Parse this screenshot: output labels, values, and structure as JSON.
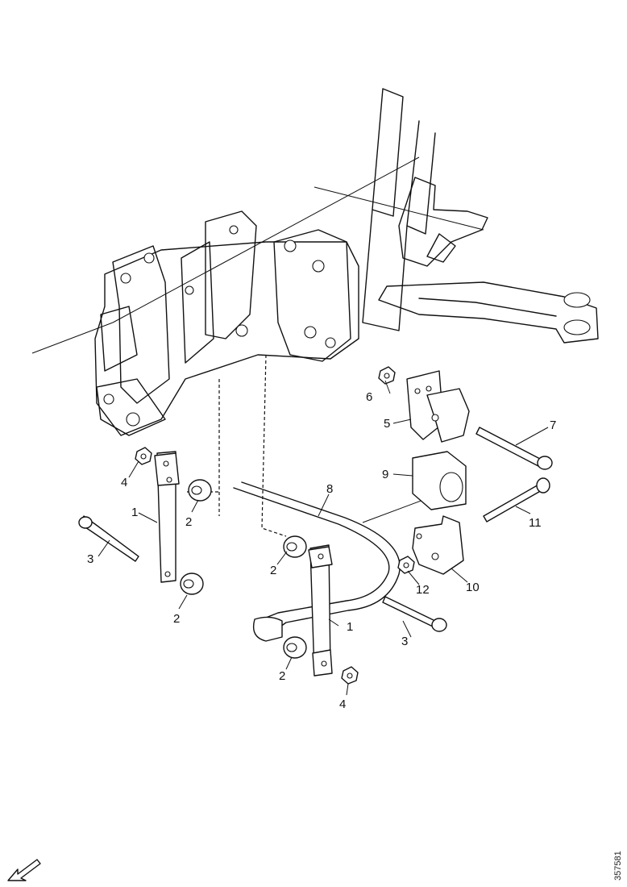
{
  "callouts": {
    "c1_left": "1",
    "c1_right": "1",
    "c2_top": "2",
    "c2_mid": "2",
    "c2_left_low": "2",
    "c2_right_low": "2",
    "c3_left": "3",
    "c3_right": "3",
    "c4_left": "4",
    "c4_right": "4",
    "c5": "5",
    "c6": "6",
    "c7": "7",
    "c8": "8",
    "c9": "9",
    "c10": "10",
    "c11": "11",
    "c12": "12"
  },
  "drawing_id": "357581",
  "icons": {
    "orientation": "front-direction-arrow-icon"
  }
}
